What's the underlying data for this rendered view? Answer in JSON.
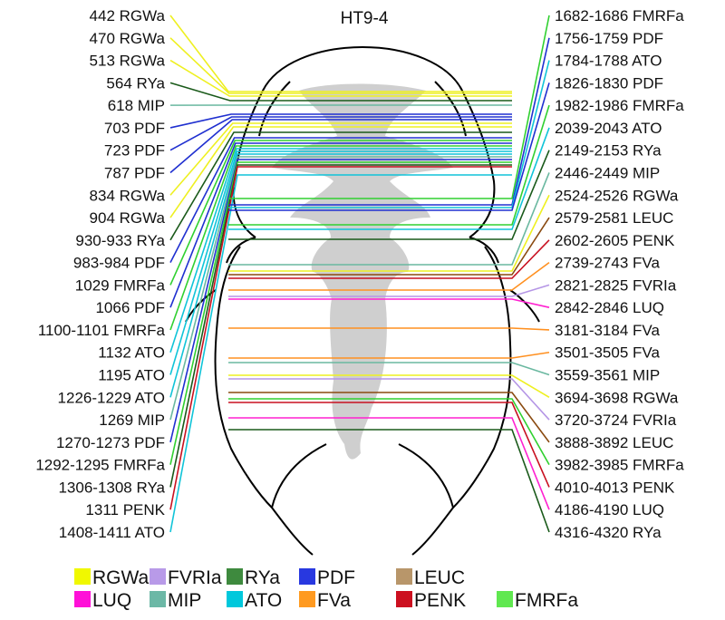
{
  "title": "HT9-4",
  "colors": {
    "RGWa": "#eef020",
    "FVRIa": "#b596e6",
    "RYa": "#1a5a1a",
    "PDF": "#2030d0",
    "LEUC": "#8a4a10",
    "LUQ": "#ff20d0",
    "MIP": "#6ab8a0",
    "ATO": "#10c4d8",
    "FVa": "#ff9020",
    "PENK": "#c81020",
    "FMRFa": "#30d030"
  },
  "legend_colors": {
    "RGWa": "#f0f800",
    "FVRIa": "#b89ae8",
    "RYa": "#3e8a3e",
    "PDF": "#2838e0",
    "LEUC": "#b8966a",
    "LUQ": "#ff10d8",
    "MIP": "#6cb8a6",
    "ATO": "#00c8dc",
    "FVa": "#ff9a20",
    "PENK": "#cc1020",
    "FMRFa": "#60e850"
  },
  "left_labels": [
    {
      "text": "442 RGWa",
      "type": "RGWa",
      "level": 101
    },
    {
      "text": "470 RGWa",
      "type": "RGWa",
      "level": 103
    },
    {
      "text": "513 RGWa",
      "type": "RGWa",
      "level": 106
    },
    {
      "text": "564 RYa",
      "type": "RYa",
      "level": 111
    },
    {
      "text": "618 MIP",
      "type": "MIP",
      "level": 116
    },
    {
      "text": "703 PDF",
      "type": "PDF",
      "level": 126
    },
    {
      "text": "723 PDF",
      "type": "PDF",
      "level": 129
    },
    {
      "text": "787 PDF",
      "type": "PDF",
      "level": 132
    },
    {
      "text": "834 RGWa",
      "type": "RGWa",
      "level": 136
    },
    {
      "text": "904 RGWa",
      "type": "RGWa",
      "level": 140
    },
    {
      "text": "930-933 RYa",
      "type": "RYa",
      "level": 146
    },
    {
      "text": "983-984 PDF",
      "type": "PDF",
      "level": 152
    },
    {
      "text": "1029 FMRFa",
      "type": "FMRFa",
      "level": 155
    },
    {
      "text": "1066 PDF",
      "type": "PDF",
      "level": 158
    },
    {
      "text": "1100-1101 FMRFa",
      "type": "FMRFa",
      "level": 161
    },
    {
      "text": "1132 ATO",
      "type": "ATO",
      "level": 164
    },
    {
      "text": "1195 ATO",
      "type": "ATO",
      "level": 167
    },
    {
      "text": "1226-1229 ATO",
      "type": "ATO",
      "level": 170
    },
    {
      "text": "1269 MIP",
      "type": "MIP",
      "level": 173
    },
    {
      "text": "1270-1273 PDF",
      "type": "PDF",
      "level": 176
    },
    {
      "text": "1292-1295 FMRFa",
      "type": "FMRFa",
      "level": 179
    },
    {
      "text": "1306-1308 RYa",
      "type": "RYa",
      "level": 182
    },
    {
      "text": "1311 PENK",
      "type": "PENK",
      "level": 184
    },
    {
      "text": "1408-1411 ATO",
      "type": "ATO",
      "level": 193
    }
  ],
  "right_labels": [
    {
      "text": "1682-1686 FMRFa",
      "type": "FMRFa",
      "level": 219
    },
    {
      "text": "1756-1759 PDF",
      "type": "PDF",
      "level": 226
    },
    {
      "text": "1784-1788 ATO",
      "type": "ATO",
      "level": 229
    },
    {
      "text": "1826-1830 PDF",
      "type": "PDF",
      "level": 232
    },
    {
      "text": "1982-1986 FMRFa",
      "type": "FMRFa",
      "level": 248
    },
    {
      "text": "2039-2043 ATO",
      "type": "ATO",
      "level": 253
    },
    {
      "text": "2149-2153 RYa",
      "type": "RYa",
      "level": 264
    },
    {
      "text": "2446-2449 MIP",
      "type": "MIP",
      "level": 292
    },
    {
      "text": "2524-2526 RGWa",
      "type": "RGWa",
      "level": 299
    },
    {
      "text": "2579-2581 LEUC",
      "type": "LEUC",
      "level": 303
    },
    {
      "text": "2602-2605 PENK",
      "type": "PENK",
      "level": 307
    },
    {
      "text": "2739-2743 FVa",
      "type": "FVa",
      "level": 320
    },
    {
      "text": "2821-2825 FVRIa",
      "type": "FVRIa",
      "level": 327
    },
    {
      "text": "2842-2846 LUQ",
      "type": "LUQ",
      "level": 330
    },
    {
      "text": "3181-3184 FVa",
      "type": "FVa",
      "level": 362
    },
    {
      "text": "3501-3505 FVa",
      "type": "FVa",
      "level": 395
    },
    {
      "text": "3559-3561 MIP",
      "type": "MIP",
      "level": 400
    },
    {
      "text": "3694-3698 RGWa",
      "type": "RGWa",
      "level": 414
    },
    {
      "text": "3720-3724 FVRIa",
      "type": "FVRIa",
      "level": 418
    },
    {
      "text": "3888-3892 LEUC",
      "type": "LEUC",
      "level": 433
    },
    {
      "text": "3982-3985 FMRFa",
      "type": "FMRFa",
      "level": 440
    },
    {
      "text": "4010-4013 PENK",
      "type": "PENK",
      "level": 444
    },
    {
      "text": "4186-4190 LUQ",
      "type": "LUQ",
      "level": 461
    },
    {
      "text": "4316-4320 RYa",
      "type": "RYa",
      "level": 474
    }
  ],
  "legend": [
    [
      "RGWa",
      "FVRIa",
      "RYa",
      "PDF",
      "LEUC"
    ],
    [
      "LUQ",
      "MIP",
      "ATO",
      "FVa",
      "PENK",
      "FMRFa"
    ]
  ]
}
